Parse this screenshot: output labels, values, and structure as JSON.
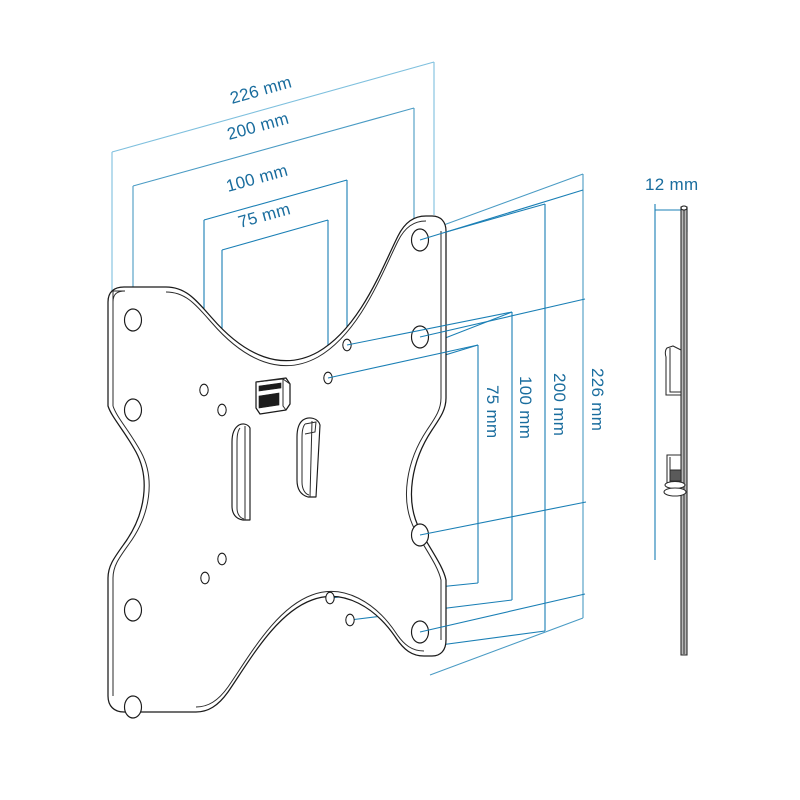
{
  "drawing": {
    "title": "TV Wall Mount Bracket Dimension Drawing",
    "units": "mm",
    "accent_color": "#1a7fb5",
    "text_color": "#1a6d9e",
    "outline_color": "#1a1a1a",
    "background_color": "#ffffff"
  },
  "dimensions": {
    "horizontal": [
      {
        "id": "h-226",
        "label": "226 mm",
        "value": 226,
        "meaning": "overall-plate-width"
      },
      {
        "id": "h-200",
        "label": "200 mm",
        "value": 200,
        "meaning": "vesa-200-horizontal"
      },
      {
        "id": "h-100",
        "label": "100 mm",
        "value": 100,
        "meaning": "vesa-100-horizontal"
      },
      {
        "id": "h-75",
        "label": "75 mm",
        "value": 75,
        "meaning": "vesa-75-horizontal"
      }
    ],
    "vertical": [
      {
        "id": "v-226",
        "label": "226 mm",
        "value": 226,
        "meaning": "overall-plate-height"
      },
      {
        "id": "v-200",
        "label": "200 mm",
        "value": 200,
        "meaning": "vesa-200-vertical"
      },
      {
        "id": "v-100",
        "label": "100 mm",
        "value": 100,
        "meaning": "vesa-100-vertical"
      },
      {
        "id": "v-75",
        "label": "75 mm",
        "value": 75,
        "meaning": "vesa-75-vertical"
      }
    ],
    "depth": [
      {
        "id": "d-12",
        "label": "12 mm",
        "value": 12,
        "meaning": "plate-thickness-profile-depth"
      }
    ]
  },
  "views": {
    "front": {
      "name": "front-view",
      "description": "X-shaped VESA wall plate with rounded corner pads, eight large mounting holes, small VESA pattern holes, a central latch block and two hook ribs"
    },
    "side": {
      "name": "side-view",
      "description": "Thin vertical profile of the wall plate with upper hook tab and lower locking knob assembly"
    }
  },
  "labels": {
    "unit_suffix": "mm"
  }
}
